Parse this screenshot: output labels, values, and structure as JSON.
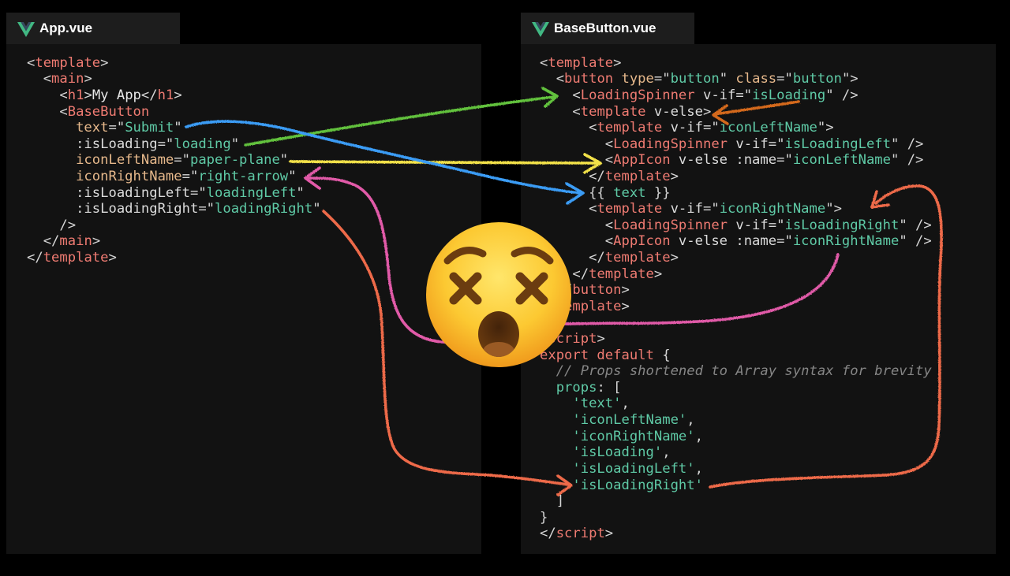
{
  "left_panel": {
    "tab_icon": "vue-logo-icon",
    "tab_title": "App.vue",
    "lines": [
      [
        {
          "punct": "<"
        },
        {
          "tag": "template"
        },
        {
          "punct": ">"
        }
      ],
      [
        {
          "punct": "  <"
        },
        {
          "tag": "main"
        },
        {
          "punct": ">"
        }
      ],
      [
        {
          "punct": "    <"
        },
        {
          "tag": "h1"
        },
        {
          "punct": ">"
        },
        {
          "plain": "My App"
        },
        {
          "punct": "</"
        },
        {
          "tag": "h1"
        },
        {
          "punct": ">"
        }
      ],
      [
        {
          "punct": "    <"
        },
        {
          "tag": "BaseButton"
        }
      ],
      [
        {
          "attr": "      text"
        },
        {
          "punct": "=\""
        },
        {
          "string": "Submit"
        },
        {
          "punct": "\""
        }
      ],
      [
        {
          "directive": "      :isLoading"
        },
        {
          "punct": "=\""
        },
        {
          "string": "loading"
        },
        {
          "punct": "\""
        }
      ],
      [
        {
          "attr": "      iconLeftName"
        },
        {
          "punct": "=\""
        },
        {
          "string": "paper-plane"
        },
        {
          "punct": "\""
        }
      ],
      [
        {
          "attr": "      iconRightName"
        },
        {
          "punct": "=\""
        },
        {
          "string": "right-arrow"
        },
        {
          "punct": "\""
        }
      ],
      [
        {
          "directive": "      :isLoadingLeft"
        },
        {
          "punct": "=\""
        },
        {
          "string": "loadingLeft"
        },
        {
          "punct": "\""
        }
      ],
      [
        {
          "directive": "      :isLoadingRight"
        },
        {
          "punct": "=\""
        },
        {
          "string": "loadingRight"
        },
        {
          "punct": "\""
        }
      ],
      [
        {
          "punct": "    />"
        }
      ],
      [
        {
          "punct": "  </"
        },
        {
          "tag": "main"
        },
        {
          "punct": ">"
        }
      ],
      [
        {
          "punct": "</"
        },
        {
          "tag": "template"
        },
        {
          "punct": ">"
        }
      ]
    ]
  },
  "right_panel": {
    "tab_icon": "vue-logo-icon",
    "tab_title": "BaseButton.vue",
    "lines": [
      [
        {
          "punct": "<"
        },
        {
          "tag": "template"
        },
        {
          "punct": ">"
        }
      ],
      [
        {
          "punct": "  <"
        },
        {
          "tag": "button"
        },
        {
          "attr": " type"
        },
        {
          "punct": "=\""
        },
        {
          "string": "button"
        },
        {
          "punct": "\""
        },
        {
          "attr": " class"
        },
        {
          "punct": "=\""
        },
        {
          "string": "button"
        },
        {
          "punct": "\">"
        }
      ],
      [
        {
          "punct": "    <"
        },
        {
          "tag": "LoadingSpinner"
        },
        {
          "directive": " v-if"
        },
        {
          "punct": "=\""
        },
        {
          "string": "isLoading"
        },
        {
          "punct": "\" />"
        }
      ],
      [
        {
          "punct": "    <"
        },
        {
          "tag": "template"
        },
        {
          "directive": " v-else"
        },
        {
          "punct": ">"
        }
      ],
      [
        {
          "punct": "      <"
        },
        {
          "tag": "template"
        },
        {
          "directive": " v-if"
        },
        {
          "punct": "=\""
        },
        {
          "string": "iconLeftName"
        },
        {
          "punct": "\">"
        }
      ],
      [
        {
          "punct": "        <"
        },
        {
          "tag": "LoadingSpinner"
        },
        {
          "directive": " v-if"
        },
        {
          "punct": "=\""
        },
        {
          "string": "isLoadingLeft"
        },
        {
          "punct": "\" />"
        }
      ],
      [
        {
          "punct": "        <"
        },
        {
          "tag": "AppIcon"
        },
        {
          "directive": " v-else :name"
        },
        {
          "punct": "=\""
        },
        {
          "string": "iconLeftName"
        },
        {
          "punct": "\" />"
        }
      ],
      [
        {
          "punct": "      </"
        },
        {
          "tag": "template"
        },
        {
          "punct": ">"
        }
      ],
      [
        {
          "punct": "      {{ "
        },
        {
          "string": "text"
        },
        {
          "punct": " }}"
        }
      ],
      [
        {
          "punct": "      <"
        },
        {
          "tag": "template"
        },
        {
          "directive": " v-if"
        },
        {
          "punct": "=\""
        },
        {
          "string": "iconRightName"
        },
        {
          "punct": "\">"
        }
      ],
      [
        {
          "punct": "        <"
        },
        {
          "tag": "LoadingSpinner"
        },
        {
          "directive": " v-if"
        },
        {
          "punct": "=\""
        },
        {
          "string": "isLoadingRight"
        },
        {
          "punct": "\" />"
        }
      ],
      [
        {
          "punct": "        <"
        },
        {
          "tag": "AppIcon"
        },
        {
          "directive": " v-else :name"
        },
        {
          "punct": "=\""
        },
        {
          "string": "iconRightName"
        },
        {
          "punct": "\" />"
        }
      ],
      [
        {
          "punct": "      </"
        },
        {
          "tag": "template"
        },
        {
          "punct": ">"
        }
      ],
      [
        {
          "punct": "    </"
        },
        {
          "tag": "template"
        },
        {
          "punct": ">"
        }
      ],
      [
        {
          "punct": "  </"
        },
        {
          "tag": "button"
        },
        {
          "punct": ">"
        }
      ],
      [
        {
          "punct": "</"
        },
        {
          "tag": "template"
        },
        {
          "punct": ">"
        }
      ],
      [],
      [
        {
          "punct": "<"
        },
        {
          "tag": "script"
        },
        {
          "punct": ">"
        }
      ],
      [
        {
          "keyword": "export default"
        },
        {
          "punct": " {"
        }
      ],
      [
        {
          "comment": "  // Props shortened to Array syntax for brevity"
        }
      ],
      [
        {
          "string": "  props"
        },
        {
          "punct": ": ["
        }
      ],
      [
        {
          "string": "    'text'"
        },
        {
          "punct": ","
        }
      ],
      [
        {
          "string": "    'iconLeftName'"
        },
        {
          "punct": ","
        }
      ],
      [
        {
          "string": "    'iconRightName'"
        },
        {
          "punct": ","
        }
      ],
      [
        {
          "string": "    'isLoading'"
        },
        {
          "punct": ","
        }
      ],
      [
        {
          "string": "    'isLoadingLeft'"
        },
        {
          "punct": ","
        }
      ],
      [
        {
          "string": "    'isLoadingRight'"
        }
      ],
      [
        {
          "punct": "  ]"
        }
      ],
      [
        {
          "punct": "}"
        }
      ],
      [
        {
          "punct": "</"
        },
        {
          "tag": "script"
        },
        {
          "punct": ">"
        }
      ]
    ]
  },
  "colors": {
    "punct": "#d6d6d6",
    "tag": "#ef7b72",
    "attr": "#e6b88b",
    "directive": "#dcdcdc",
    "string": "#5fcaa6",
    "plain": "#e8e8e8",
    "keyword": "#ef7b72",
    "comment": "#868686"
  },
  "arrow_colors": {
    "blue": "#3b9cf5",
    "green": "#62c23e",
    "yellow": "#f2e14a",
    "pink": "#e15aa8",
    "orange": "#d4691c",
    "red": "#ee6a4a"
  },
  "overlay_emoji": "face-with-crossed-out-eyes-icon"
}
